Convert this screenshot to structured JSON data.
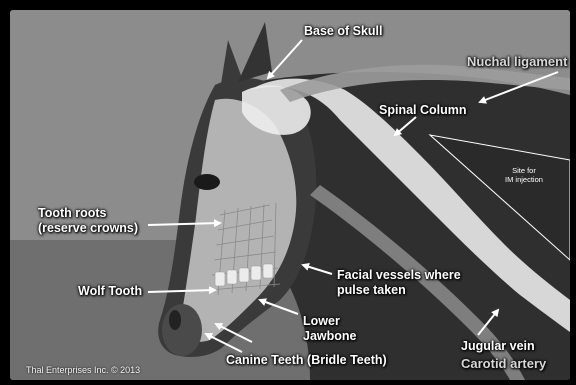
{
  "labels": {
    "base_of_skull": "Base of Skull",
    "nuchal_ligament": "Nuchal ligament",
    "spinal_column": "Spinal Column",
    "im_site": "Site for\nIM injection",
    "tooth_roots": "Tooth roots\n(reserve crowns)",
    "wolf_tooth": "Wolf Tooth",
    "facial_vessels": "Facial vessels where\npulse taken",
    "lower_jawbone": "Lower\nJawbone",
    "canine_teeth": "Canine Teeth (Bridle Teeth)",
    "jugular_vein": "Jugular vein",
    "carotid_artery": "Carotid artery"
  },
  "copyright": "Thal Enterprises Inc.   © 2013",
  "colors": {
    "frame": "#000000",
    "background": "#8a8a8a",
    "horse_dark": "#2e2e2e",
    "bone": "#e2e2e2",
    "nuchal_ligament": "#9a9a9a",
    "label_text": "#ffffff",
    "arrow": "#ffffff"
  }
}
